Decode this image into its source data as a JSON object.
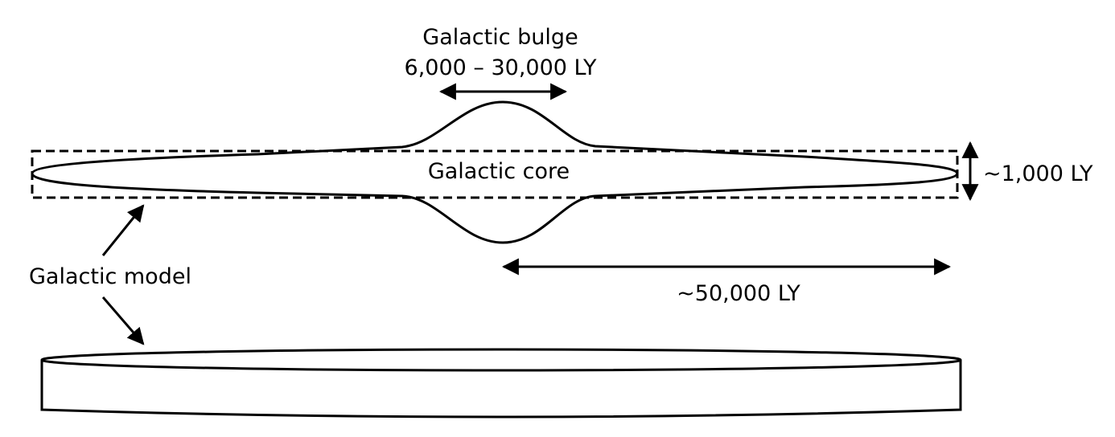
{
  "labels": {
    "bulge_title": "Galactic bulge",
    "bulge_range": "6,000 – 30,000 LY",
    "core": "Galactic core",
    "thickness": "~1,000 LY",
    "model": "Galactic model",
    "radius": "~50,000 LY"
  },
  "colors": {
    "line": "#000000",
    "background": "#ffffff"
  }
}
